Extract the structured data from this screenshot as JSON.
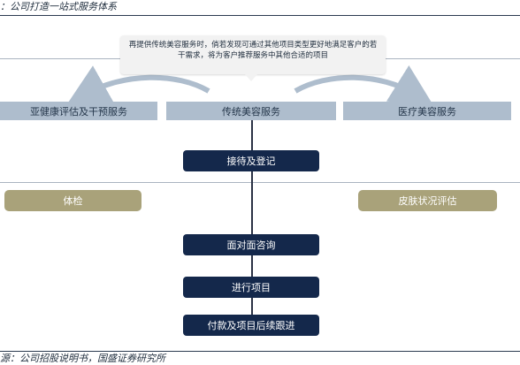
{
  "header": {
    "title": "：公司打造一站式服务体系"
  },
  "callout": {
    "text": "再提供传统美容服务时，倘若发现可通过其他项目类型更好地满足客户的若干需求，将为客户推荐服务中其他合适的项目"
  },
  "top_row": {
    "left": "亚健康评估及干预服务",
    "center": "传统美容服务",
    "right": "医疗美容服务"
  },
  "middle_row": {
    "left": "体检",
    "right": "皮肤状况评估"
  },
  "flow": [
    "接待及登记",
    "面对面咨询",
    "进行项目",
    "付款及项目后续跟进"
  ],
  "footer": {
    "source": "源：公司招股说明书，国盛证券研究所"
  },
  "colors": {
    "blue_box": "#aebdcd",
    "olive_box": "#a9a27a",
    "navy_box": "#14284b",
    "rule": "#2b3a50"
  }
}
